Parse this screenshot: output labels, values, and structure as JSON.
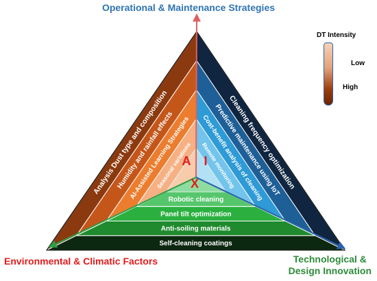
{
  "labels": {
    "top": "Operational & Maintenance Strategies",
    "left": "Environmental & Climatic Factors",
    "right_line1": "Technological &",
    "right_line2": "Design Innovation"
  },
  "legend": {
    "title": "DT Intensity",
    "low": "Low",
    "high": "High"
  },
  "left_stripes": [
    "Analysis Dust type and composition",
    "Humidity and rainfall effects",
    "AI-Assisted Learning Strategies",
    "Seasonal variations"
  ],
  "right_stripes": [
    "Cleaning frequency optimization",
    "Predictive maintenance using IoT",
    "Cost-benefit analysis of cleaning",
    "Remote monitoring"
  ],
  "bottom_bands": [
    "Robotic cleaning",
    "Panel tilt optimization",
    "Anti-soiling materials",
    "Self-cleaning coatings"
  ],
  "center": {
    "a": "A",
    "i": "I",
    "x": "X"
  },
  "colors": {
    "top_label": "#2e74b5",
    "left_label": "#e31b1b",
    "right_label": "#2e8b3a",
    "left_face": [
      "#8b3a10",
      "#c5561a",
      "#ec7d2e",
      "#f6b084",
      "#f8cbad"
    ],
    "right_face": [
      "#10253f",
      "#1f5f97",
      "#2e9ad6",
      "#72c4ec",
      "#b2e1f5"
    ],
    "bottom_face": [
      "#0d2810",
      "#1f8a2e",
      "#2bb040",
      "#56c66c",
      "#8fdca0"
    ],
    "center_fill": "#e8f6f0",
    "axis_top": "#e06060",
    "axis_left": "#2f9e44",
    "axis_right": "#2a62ad"
  }
}
